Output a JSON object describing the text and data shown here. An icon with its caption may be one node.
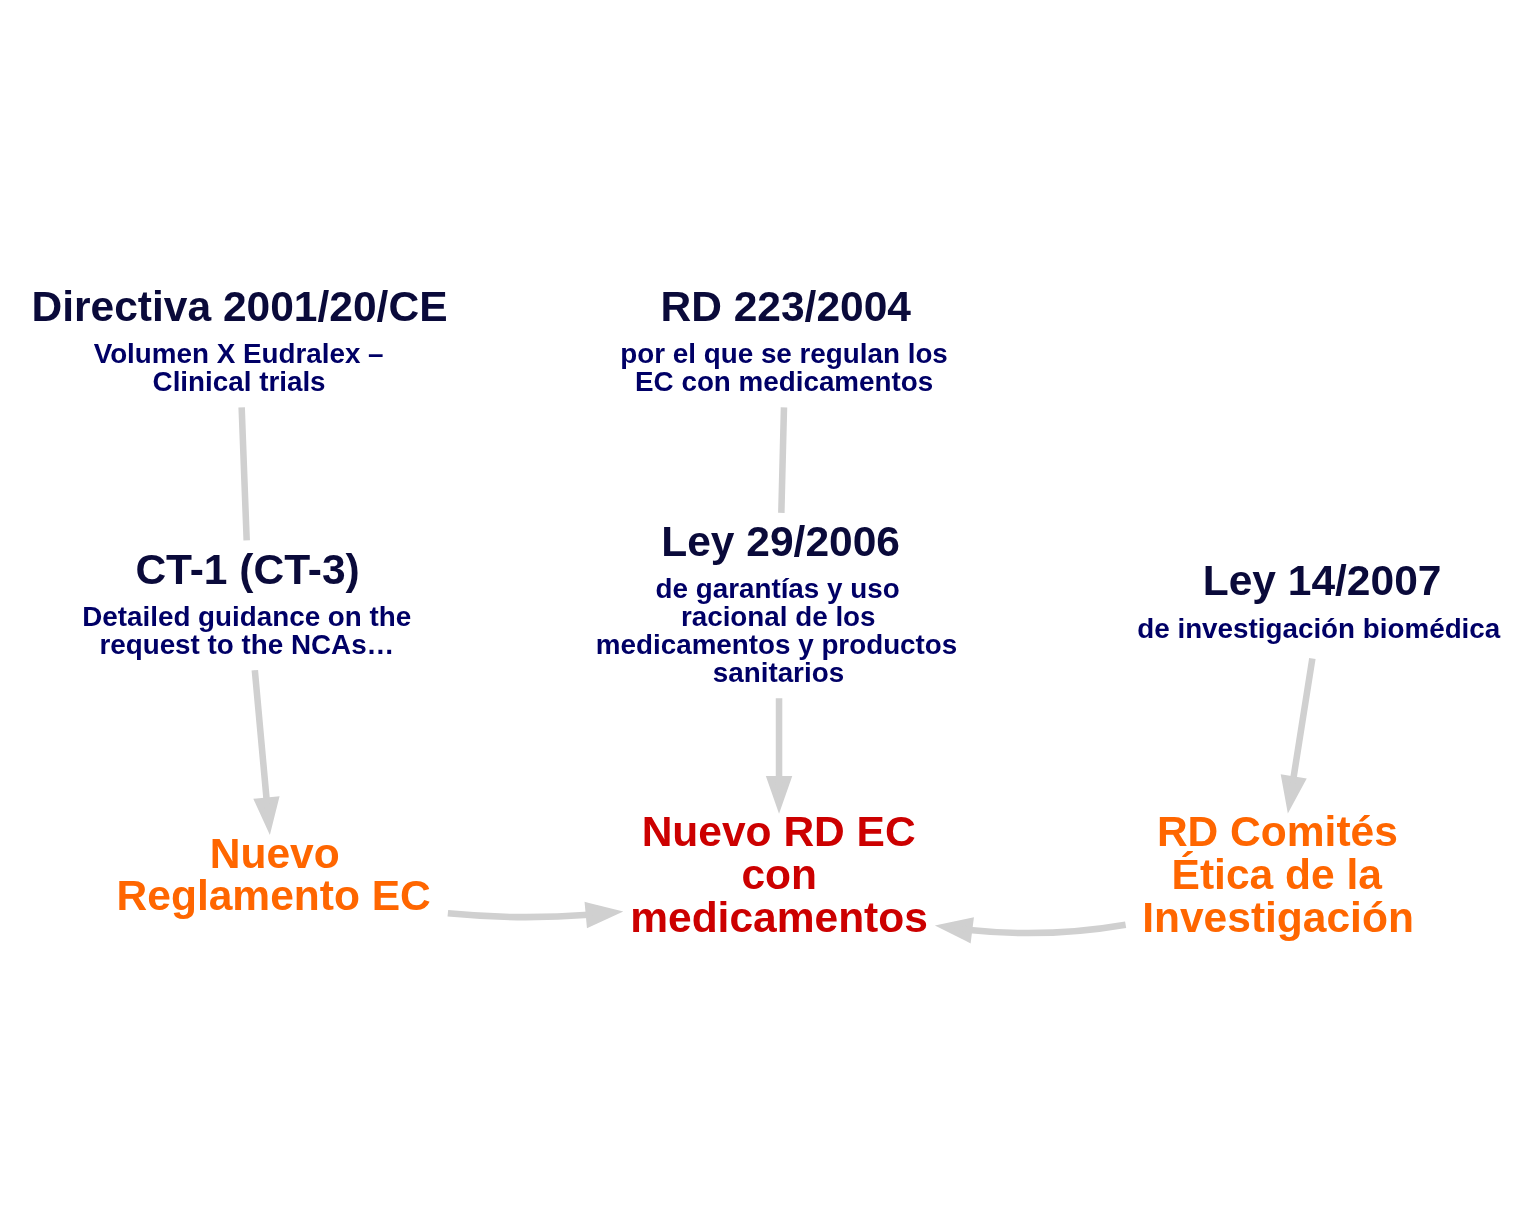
{
  "diagram": {
    "nodes": [
      {
        "text": [
          "Directiva 2001/20/CE",
          "Volumen X Eudralex – Clinical trials"
        ]
      },
      {
        "text": [
          "CT-1 (CT-3)",
          "Detailed guidance on the request to the NCAs…"
        ]
      },
      {
        "text": [
          "Nuevo Reglamento EC"
        ]
      },
      {
        "text": [
          "RD 223/2004",
          "por el que se regulan los EC con medicamentos"
        ]
      },
      {
        "text": [
          "Ley 29/2006",
          "de garantías y uso racional de los medicamentos y productos sanitarios"
        ]
      },
      {
        "text": [
          "Nuevo RD EC con medicamentos"
        ]
      },
      {
        "text": [
          "Ley 14/2007",
          "de investigación biomédica"
        ]
      },
      {
        "text": [
          "RD Comités Ética de la Investigación"
        ]
      }
    ],
    "edges": [
      {
        "from": 0,
        "to": 1,
        "arrow": "none"
      },
      {
        "from": 1,
        "to": 2,
        "arrow": "to"
      },
      {
        "from": 3,
        "to": 4,
        "arrow": "none"
      },
      {
        "from": 4,
        "to": 5,
        "arrow": "to"
      },
      {
        "from": 6,
        "to": 7,
        "arrow": "to"
      },
      {
        "from": 2,
        "to": 5,
        "arrow": "to"
      },
      {
        "from": 7,
        "to": 5,
        "arrow": "to"
      }
    ]
  }
}
